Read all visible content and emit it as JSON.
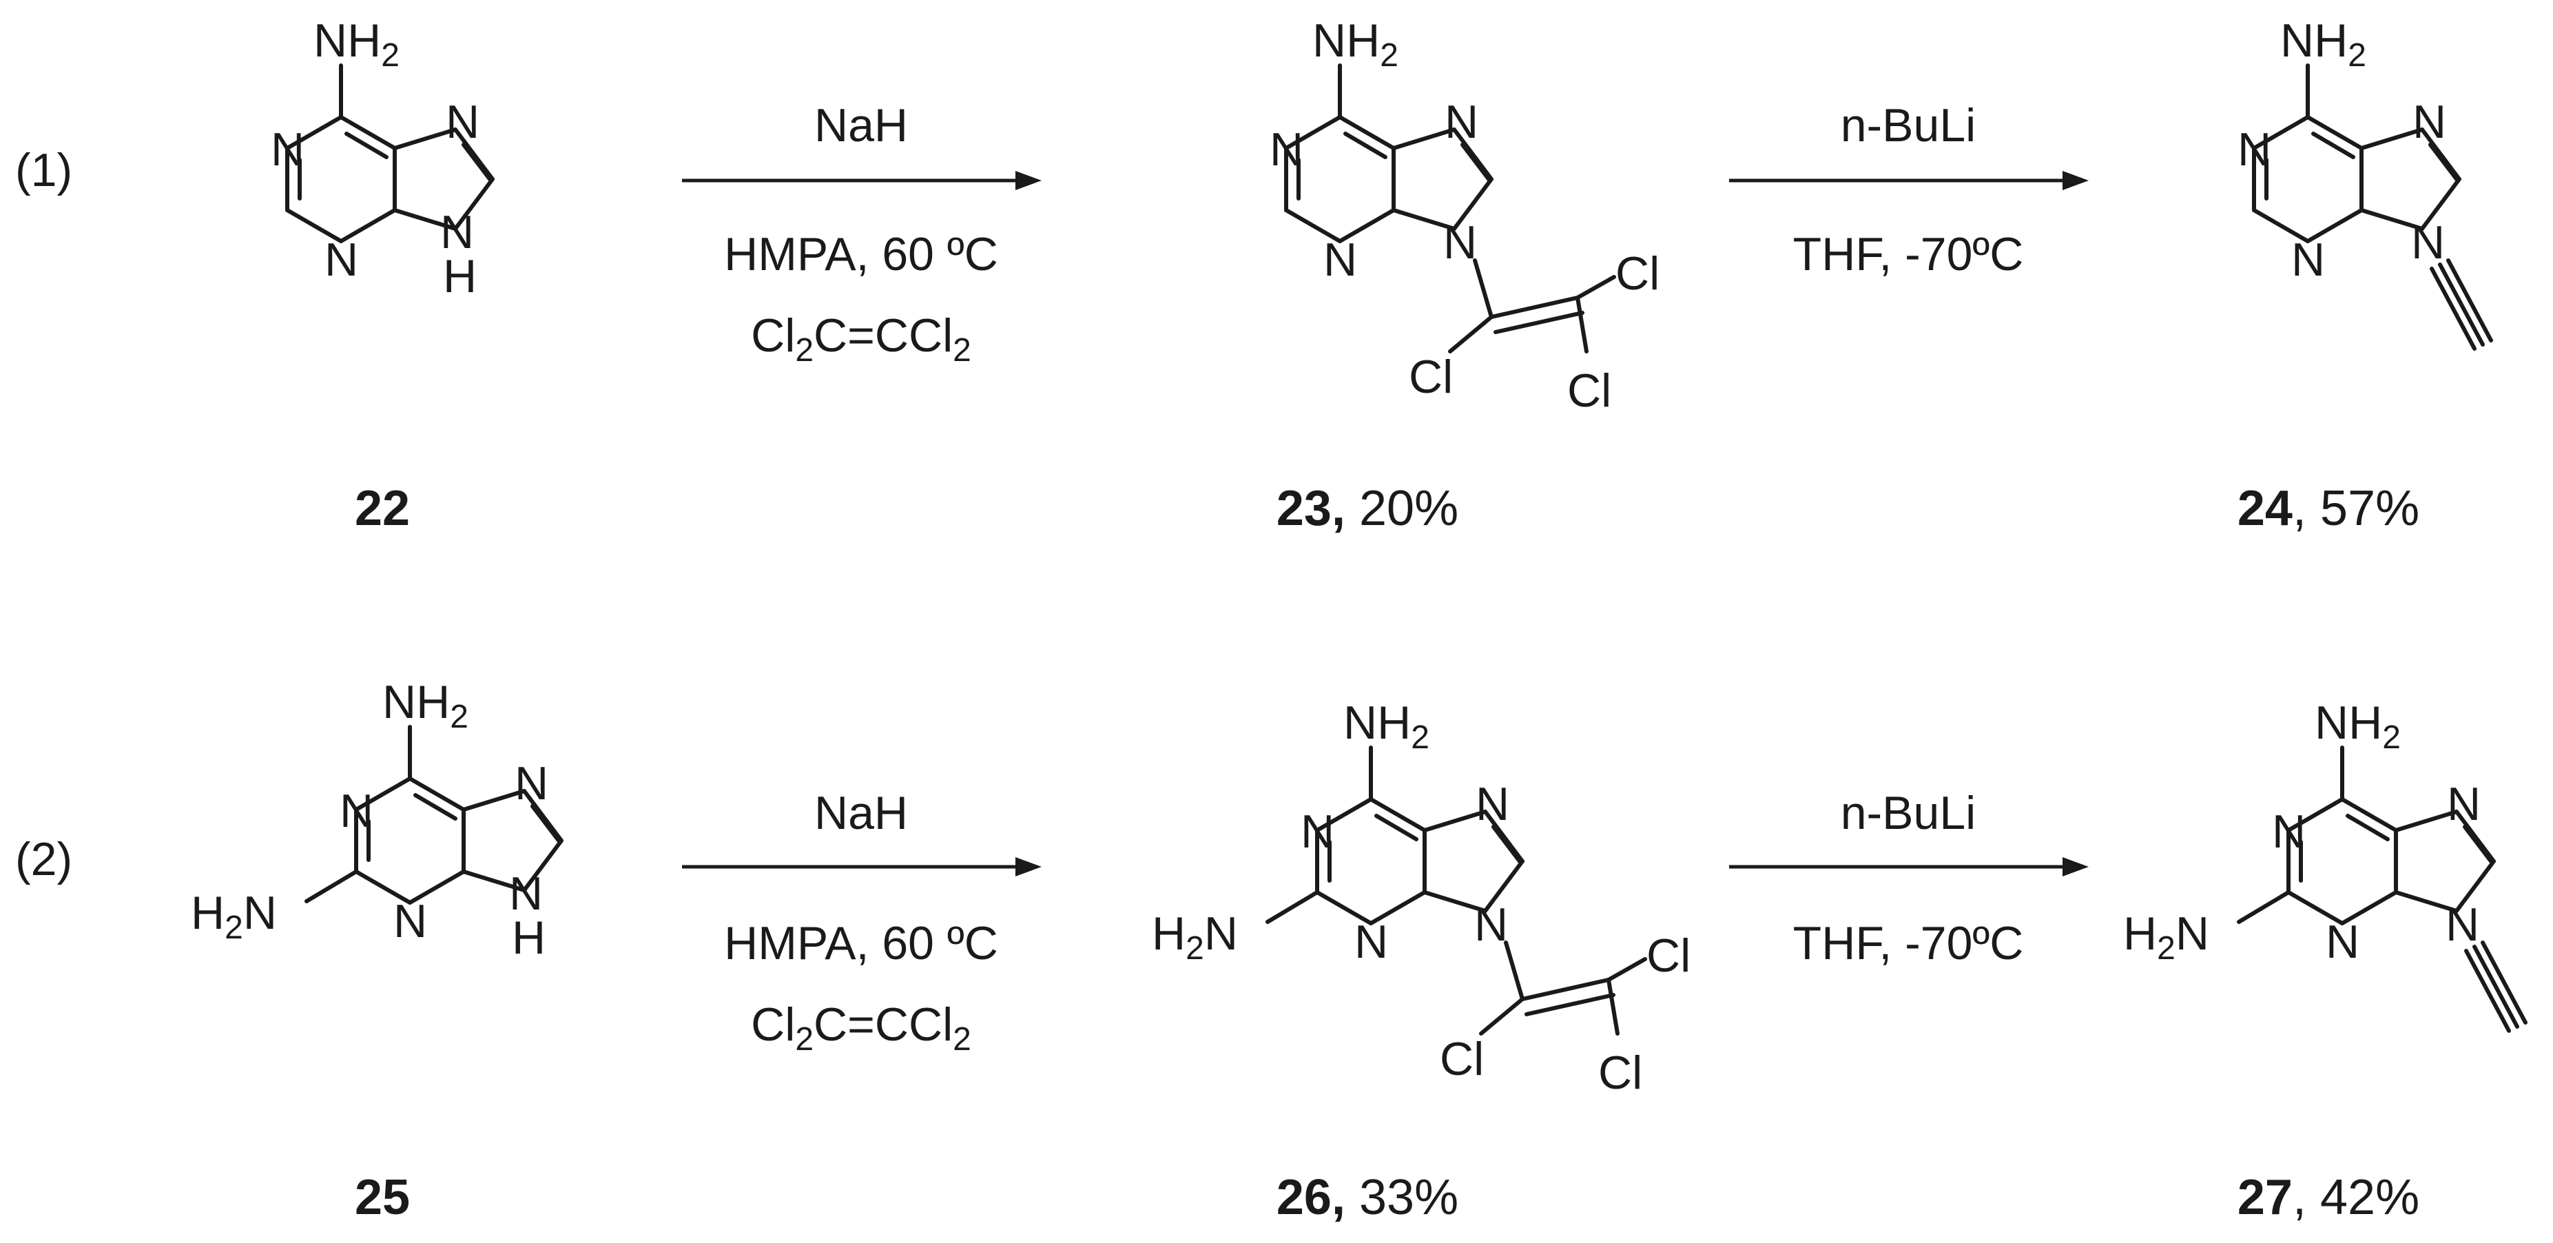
{
  "reactions": [
    {
      "label": "(1)",
      "step1": {
        "reagent": "NaH",
        "conditions": "HMPA, 60 ºC",
        "cosolvent": "Cl2C=CCl2"
      },
      "step2": {
        "reagent": "n-BuLi",
        "conditions": "THF, -70ºC"
      },
      "compounds": [
        {
          "number": "22",
          "yield": ""
        },
        {
          "number": "23,",
          "yield": " 20%"
        },
        {
          "number": "24",
          "yield": ", 57%"
        }
      ]
    },
    {
      "label": "(2)",
      "step1": {
        "reagent": "NaH",
        "conditions": "HMPA, 60 ºC",
        "cosolvent": "Cl2C=CCl2"
      },
      "step2": {
        "reagent": "n-BuLi",
        "conditions": "THF, -70ºC"
      },
      "compounds": [
        {
          "number": "25",
          "yield": ""
        },
        {
          "number": "26,",
          "yield": " 33%"
        },
        {
          "number": "27",
          "yield": ", 42%"
        }
      ]
    }
  ],
  "atoms": {
    "amine": "NH",
    "amine_sub": "2",
    "n": "N",
    "h": "H",
    "cl": "Cl",
    "h2n_h": "H",
    "h2n_sub": "2",
    "h2n_n": "N"
  },
  "cosolvent_parts": {
    "a": "Cl",
    "a_sub": "2",
    "b": "C=CCl",
    "b_sub": "2"
  }
}
